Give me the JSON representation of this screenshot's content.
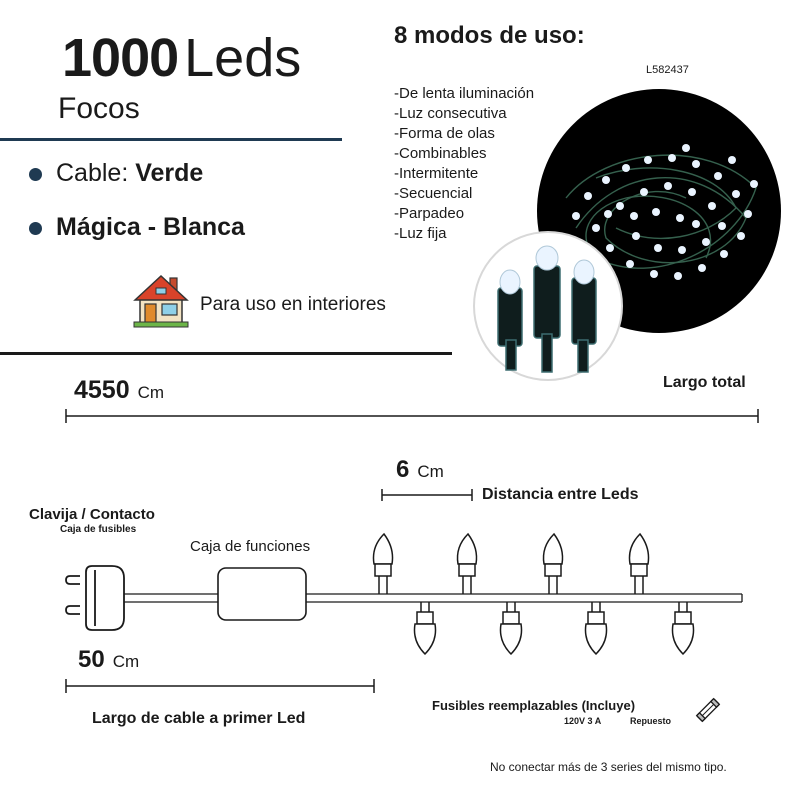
{
  "header": {
    "count": "1000",
    "count_unit": "Leds",
    "subtitle": "Focos"
  },
  "specs": [
    {
      "label": "Cable: ",
      "value": "Verde"
    },
    {
      "label": "",
      "value": "Mágica - Blanca"
    }
  ],
  "indoor": {
    "text": "Para uso en interiores",
    "icon": "house-icon"
  },
  "modes": {
    "title": "8 modos de uso:",
    "code": "L582437",
    "items": [
      "-De lenta iluminación",
      "-Luz consecutiva",
      "-Forma de olas",
      "-Combinables",
      "-Intermitente",
      "-Secuencial",
      "-Parpadeo",
      "-Luz fija"
    ]
  },
  "total": {
    "value": "4550",
    "unit": "Cm",
    "label": "Largo total"
  },
  "spacing": {
    "value": "6",
    "unit": "Cm",
    "label": "Distancia entre Leds"
  },
  "plug": {
    "label": "Clavija / Contacto",
    "sublabel": "Caja de fusibles",
    "icon": "plug-icon"
  },
  "function_box": {
    "label": "Caja de funciones"
  },
  "lead": {
    "value": "50",
    "unit": "Cm",
    "label": "Largo de cable a primer Led"
  },
  "fuses": {
    "label": "Fusibles reemplazables (Incluye)",
    "rating": "120V 3 A",
    "spare": "Repuesto",
    "icon": "fuse-icon"
  },
  "warning": "No conectar más de 3 series del mismo tipo.",
  "colors": {
    "accent": "#1f3a52",
    "text": "#1a1a1a",
    "led_white": "#eaf4ff"
  }
}
